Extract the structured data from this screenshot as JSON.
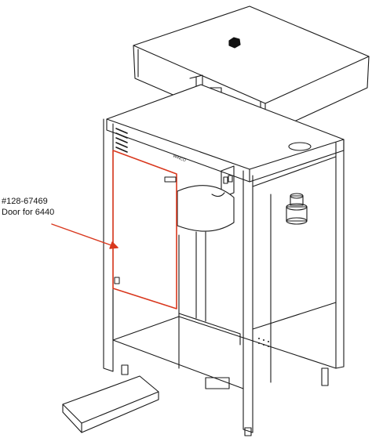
{
  "callout": {
    "part_number": "#128-67469",
    "description": "Door for 6440",
    "highlight_color": "#d9381e"
  },
  "machine": {
    "brand_plate_text": "WINCO",
    "line_color": "#1a1a1a"
  }
}
